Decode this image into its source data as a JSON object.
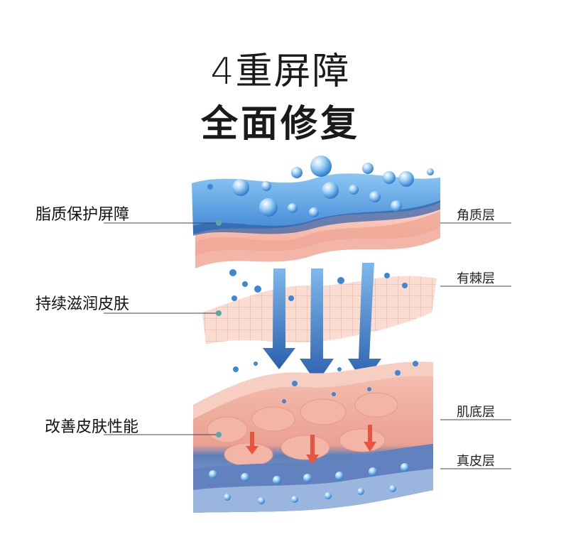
{
  "title": {
    "line1": "4重屏障",
    "line2": "全面修复"
  },
  "left_labels": [
    "脂质保护屏障",
    "持续滋润皮肤",
    "改善皮肤性能"
  ],
  "right_labels": [
    "角质层",
    "有棘层",
    "肌底层",
    "真皮层"
  ],
  "colors": {
    "water_blue": "#3f86d4",
    "skin_pink": "#f2b3a4",
    "deep_blue": "#5b7fc0",
    "arrow_red": "#e8553e"
  }
}
